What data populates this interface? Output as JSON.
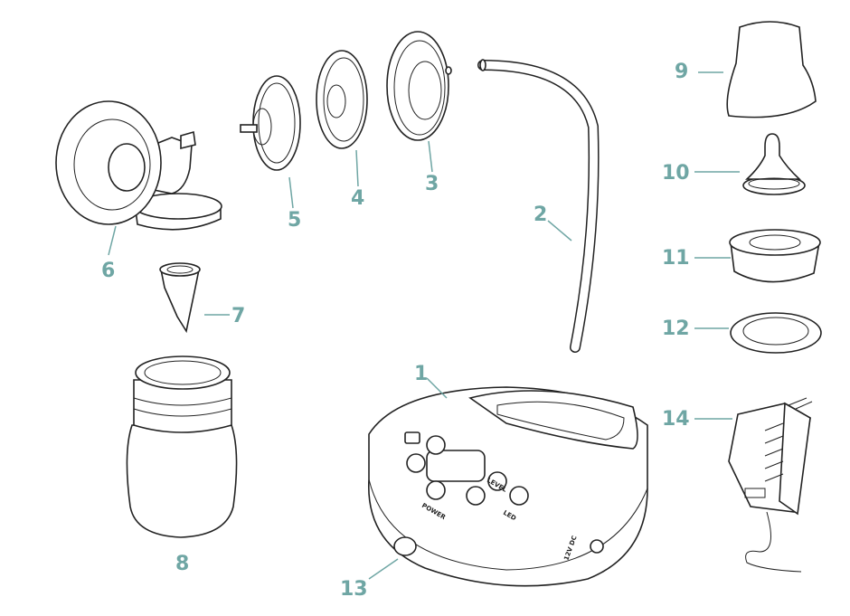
{
  "colors": {
    "callout": "#6fa6a4",
    "line": "#222222"
  },
  "callouts": [
    {
      "id": "1",
      "part": "pump-motor-unit"
    },
    {
      "id": "2",
      "part": "air-tube"
    },
    {
      "id": "3",
      "part": "diaphragm-cap"
    },
    {
      "id": "4",
      "part": "silicone-diaphragm"
    },
    {
      "id": "5",
      "part": "diaphragm-cover"
    },
    {
      "id": "6",
      "part": "breast-shield-body"
    },
    {
      "id": "7",
      "part": "duckbill-valve"
    },
    {
      "id": "8",
      "part": "bottle"
    },
    {
      "id": "9",
      "part": "bottle-cap"
    },
    {
      "id": "10",
      "part": "teat"
    },
    {
      "id": "11",
      "part": "screw-ring"
    },
    {
      "id": "12",
      "part": "sealing-disc"
    },
    {
      "id": "13",
      "part": "tube-port"
    },
    {
      "id": "14",
      "part": "power-adapter"
    }
  ],
  "device_labels": {
    "power": "POWER",
    "level": "LEVEL",
    "led": "LED",
    "dc": "12V DC"
  }
}
